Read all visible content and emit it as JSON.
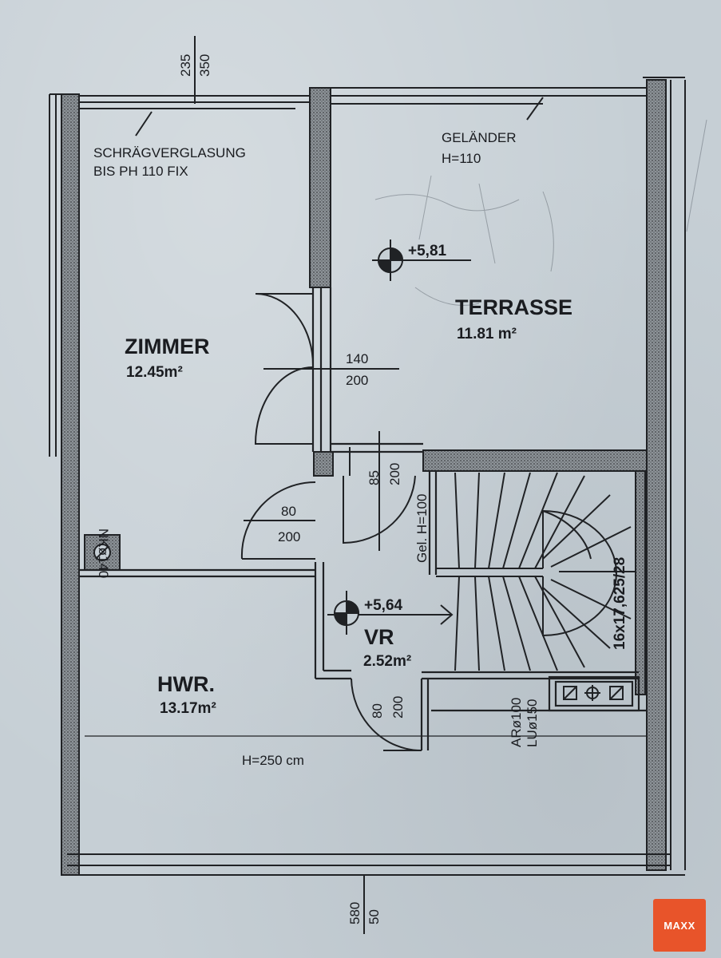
{
  "rooms": {
    "zimmer": {
      "name": "ZIMMER",
      "area": "12.45m²"
    },
    "terrasse": {
      "name": "TERRASSE",
      "area": "11.81 m²"
    },
    "hwr": {
      "name": "HWR.",
      "area": "13.17m²"
    },
    "vr": {
      "name": "VR",
      "area": "2.52m²"
    }
  },
  "notes": {
    "glazing_line1": "SCHRÄGVERGLASUNG",
    "glazing_line2": "BIS PH 110 FIX",
    "railing_line1": "GELÄNDER",
    "railing_line2": "H=110",
    "ceiling_height": "H=250 cm",
    "stair_railing": "Gel. H=100",
    "stair_spec": "16x17,625/28",
    "shaft_nk": "NKø140",
    "shaft_ar": "ARø100",
    "shaft_lu": "LUø150"
  },
  "levels": {
    "terrace": "+5,81",
    "hall": "+5,64"
  },
  "dimensions": {
    "top_a": "235",
    "top_b": "350",
    "bottom_a": "580",
    "bottom_b": "50",
    "terrace_door_w": "140",
    "terrace_door_h": "200",
    "zimmer_door_w": "80",
    "zimmer_door_h": "200",
    "hall_door_w": "85",
    "hall_door_h": "200",
    "hwr_door_w": "80",
    "hwr_door_h": "200"
  },
  "logo": {
    "text": "MAXX",
    "color": "#e8542a"
  }
}
